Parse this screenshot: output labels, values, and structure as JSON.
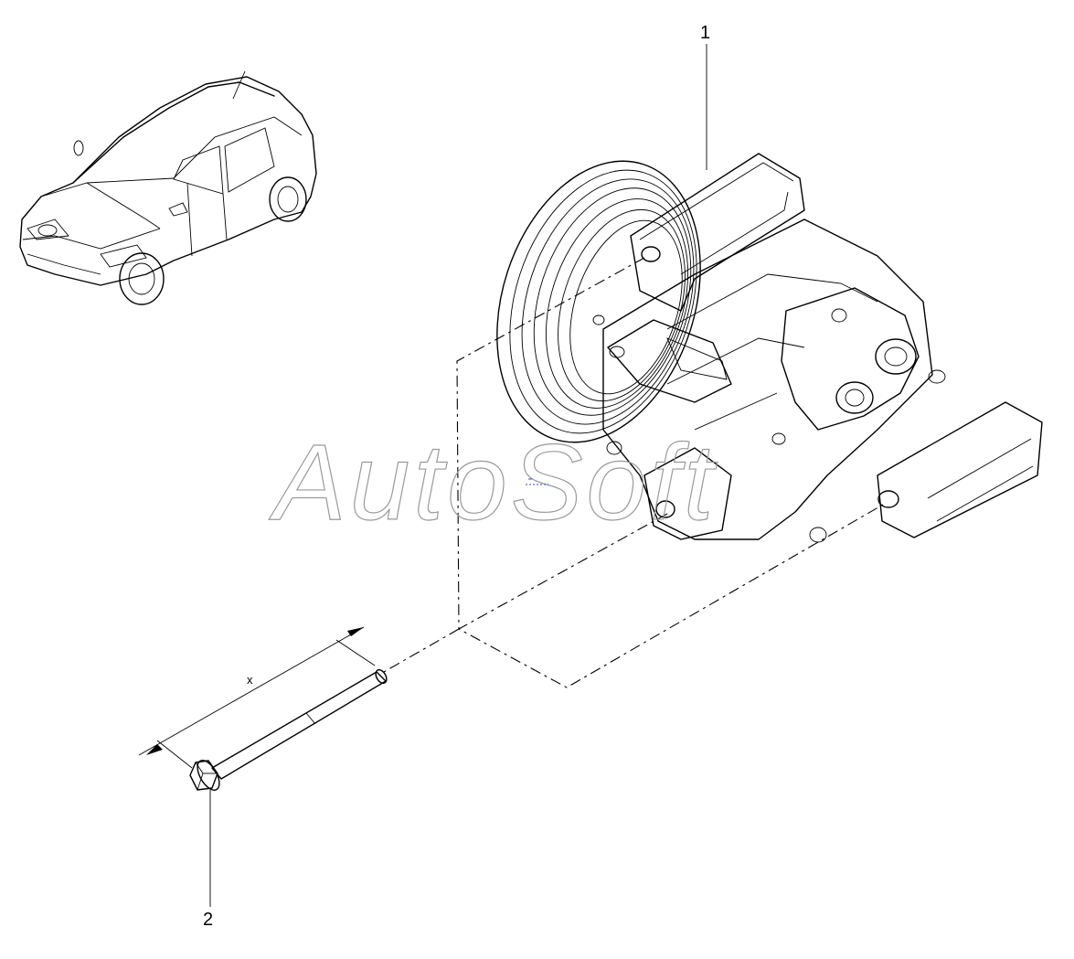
{
  "diagram": {
    "callouts": [
      {
        "id": "1",
        "label": "1"
      },
      {
        "id": "2",
        "label": "2"
      }
    ],
    "dimension_label": "x",
    "watermark": "AutoSoft"
  }
}
